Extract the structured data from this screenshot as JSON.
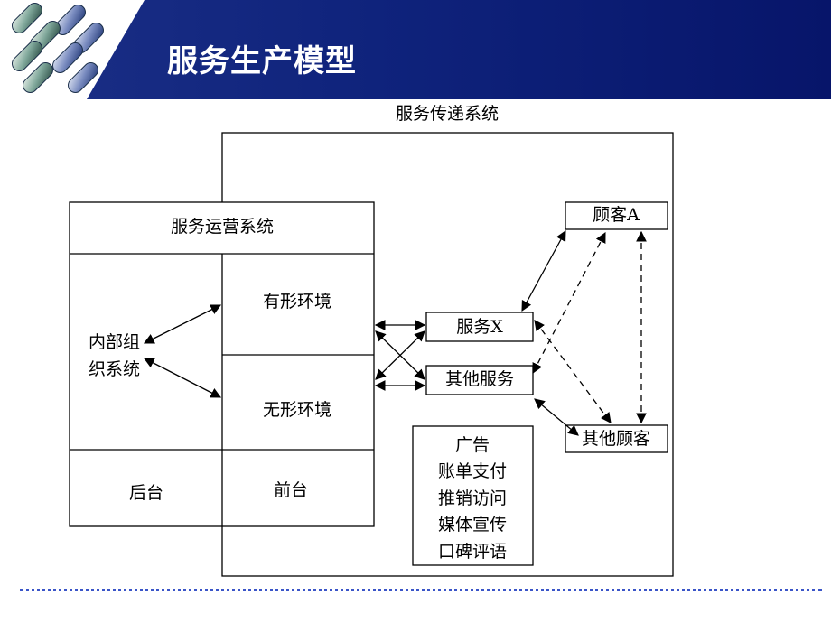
{
  "header": {
    "title": "服务生产模型"
  },
  "diagram": {
    "delivery_system": "服务传递系统",
    "operation_system": "服务运营系统",
    "internal_org": [
      "内部组",
      "织系统"
    ],
    "tangible_env": "有形环境",
    "intangible_env": "无形环境",
    "back_office": "后台",
    "front_office": "前台",
    "service_x": "服务X",
    "other_service": "其他服务",
    "customer_a": "顾客A",
    "other_customer": "其他顾客",
    "channels": [
      "广告",
      "账单支付",
      "推销访问",
      "媒体宣传",
      "口碑评语"
    ]
  },
  "colors": {
    "header_blue": "#0f237c",
    "footer_dots": "#3a55c8"
  }
}
